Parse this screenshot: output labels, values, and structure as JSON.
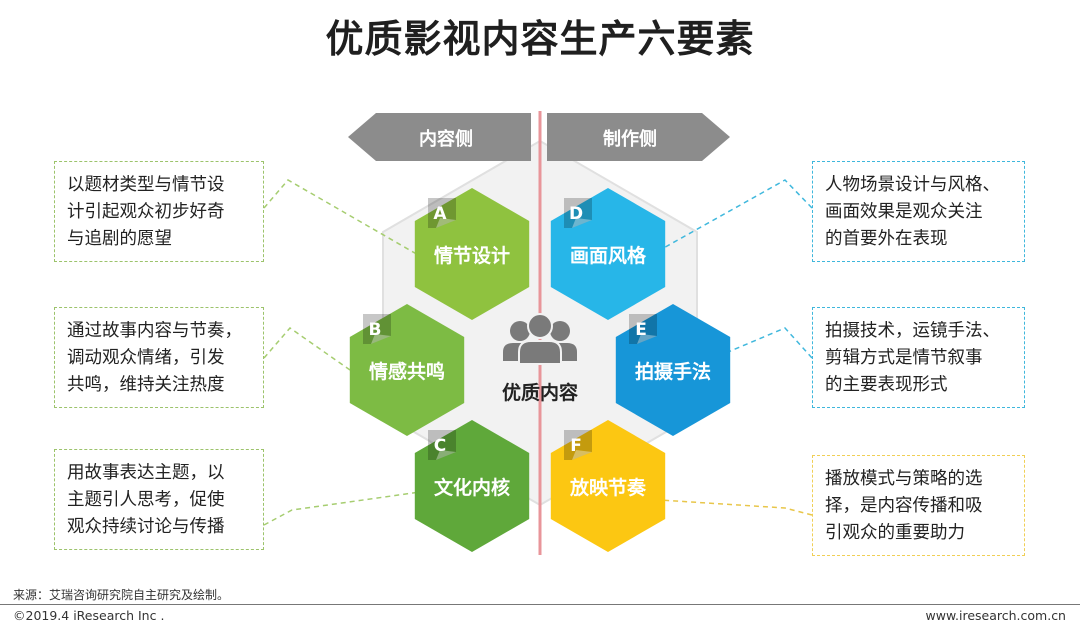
{
  "title": "优质影视内容生产六要素",
  "center_label": "优质内容",
  "arrows": {
    "left": "内容侧",
    "right": "制作侧"
  },
  "hexagons": [
    {
      "letter": "A",
      "label": "情节设计",
      "color": "#8fc23f"
    },
    {
      "letter": "B",
      "label": "情感共鸣",
      "color": "#7dbb44"
    },
    {
      "letter": "C",
      "label": "文化内核",
      "color": "#5fa83a"
    },
    {
      "letter": "D",
      "label": "画面风格",
      "color": "#27b6e8"
    },
    {
      "letter": "E",
      "label": "拍摄手法",
      "color": "#1796d8"
    },
    {
      "letter": "F",
      "label": "放映节奏",
      "color": "#fcc712"
    }
  ],
  "descriptions": {
    "a": [
      "以题材类型与情节设",
      "计引起观众初步好奇",
      "与追剧的愿望"
    ],
    "b": [
      "通过故事内容与节奏，",
      "调动观众情绪，引发",
      "共鸣，维持关注热度"
    ],
    "c": [
      "用故事表达主题，以",
      "主题引人思考，促使",
      "观众持续讨论与传播"
    ],
    "d": [
      "人物场景设计与风格、",
      "画面效果是观众关注",
      "的首要外在表现"
    ],
    "e": [
      "拍摄技术，运镜手法、",
      "剪辑方式是情节叙事",
      "的主要表现形式"
    ],
    "f": [
      "播放模式与策略的选",
      "择，是内容传播和吸",
      "引观众的重要助力"
    ]
  },
  "source": "来源：艾瑞咨询研究院自主研究及绘制。",
  "copyright": "©2019.4 iResearch Inc .",
  "website": "www.iresearch.com.cn"
}
